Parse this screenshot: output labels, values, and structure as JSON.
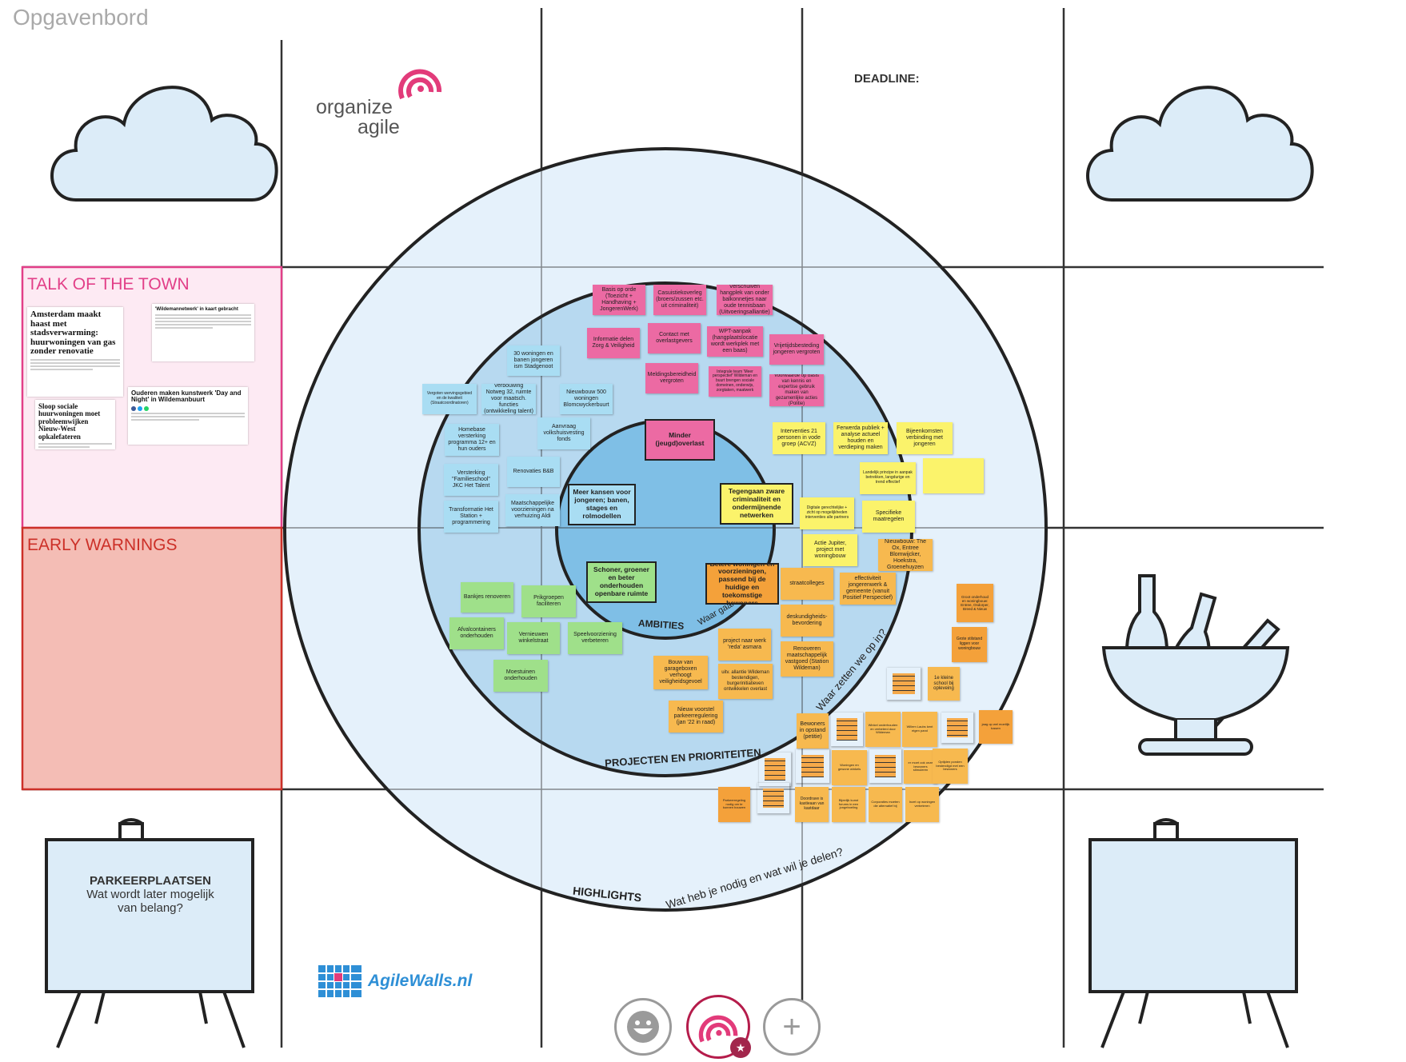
{
  "board": {
    "title": "Opgavenbord",
    "deadline_label": "DEADLINE:",
    "logo_line1": "organize",
    "logo_line2": "agile",
    "agilewalls": "AgileWalls.nl",
    "talk_of_town": "TALK OF THE TOWN",
    "early_warnings": "EARLY WARNINGS",
    "parking_title": "PARKEERPLAATSEN",
    "parking_line1": "Wat wordt later mogelijk",
    "parking_line2": "van belang?"
  },
  "rings": {
    "ambities": "AMBITIES",
    "ambities_sub": "Waar gaan",
    "projecten": "PROJECTEN EN PRIORITEITEN",
    "projecten_sub": "Waar zetten we op in?",
    "highlights": "HIGHLIGHTS",
    "highlights_sub": "Wat heb je nodig en wat wil je delen?"
  },
  "news": {
    "a1": "Amsterdam maakt haast met stadsverwarming: huurwoningen van gas zonder renovatie",
    "a2": "'Wildemannetwerk' in kaart gebracht",
    "a3": "Ouderen maken kunstwerk 'Day and Night' in Wildemanbuurt",
    "a4": "Sloop sociale huurwoningen moet probleemwijken Nieuw-West opkalefateren"
  },
  "notes": {
    "p1": "Basis op orde (Toezicht + Handhaving + JongerenWerk)",
    "p2": "Casuistiekoverleg (broers/zussen etc. uit criminaliteit)",
    "p3": "Verschuiven hangplek van onder balkonnetjes naar oude tennisbaan (Uitvoeringsalliantie)",
    "p4": "Informatie delen Zorg & Veiligheid",
    "p5": "Contact met overlastgevers",
    "p6": "WPT-aanpak (hangplaatslocatie wordt werkplek met een baas)",
    "p7": "Vrijetijdsbesteding jongeren vergroten",
    "p8": "Meldingsbereidheid vergroten",
    "p9": "Integrale team 'Meer perspectief' Wildeman en buurt brengen sociale domeinen, onderwijs, zorgtaken, maatwerk",
    "p10": "Voorwaarde op basis van kennis en expertise gebruik maken van gezamenlijke acties (Politie)",
    "b1": "30 woningen en banen jongeren ism Stadgenoot",
    "b2": "Vergoten wervingsgebied en de kwaliteit (Straatcoordinatoren)",
    "b3": "Verbouwing Notweg 32, ruimte voor maatsch. functies (ontwikkeling talent)",
    "b4": "Nieuwbouw 500 woningen Blomcwyckerbuurt",
    "b5": "Homebase versterking programma 12+ en hun ouders",
    "b6": "Aanvraag volkshuisvesting fonds",
    "b7": "Versterking \"Familieschool\" JKC Het Talent",
    "b8": "Renovaties B&B",
    "b9": "Transformatie Het Station + programmering",
    "b10": "Maatschappelijke voorzieningen na verhuizing Aldi",
    "c_pink": "Minder (jeugd)overlast",
    "c_blue": "Meer kansen voor jongeren; banen, stages en rolmodellen",
    "c_yellow": "Tegengaan zware criminaliteit en ondermijnende netwerken",
    "c_green": "Schoner, groener en beter onderhouden openbare ruimte",
    "c_orange": "Betere woningen en voorzieningen, passend bij de huidige en toekomstige bewoners",
    "y1": "Interventies 21 personen in vode groep (ACVZ)",
    "y2": "Ferwerda publiek + analyse actueel houden en verdieping maken",
    "y3": "Bijeenkomsten verbinding met jongeren",
    "y4": "Landelijk principe in aanpak betrekken, langdurige en trend effectief",
    "y5": "",
    "y6": "Digitale gerechtelijke + zicht op mogelijkheden interventies alle partners",
    "y7": "Specifieke maatregelen",
    "y8": "Actie Jupiter, project met woningbouw",
    "o1": "Nieuwbouw: The Ox, Entree Blomwijcker, Hoekstra, Groenehuyzen",
    "g1": "Bankjes renoveren",
    "g2": "Prikgroepen faciliteren",
    "g3": "Afvalcontainers onderhouden",
    "g4": "Vernieuwen winkelstraat",
    "g5": "Speelvoorziening verbeteren",
    "g6": "Moestuinen onderhouden",
    "o2": "straatcolleges",
    "o3": "effectiviteit jongerenwerk & gemeente (vanuit Positief Perspectief)",
    "o4": "deskundigheids-bevordering",
    "o5": "project naar werk 'reda' asmara",
    "o6": "Renoveren maatschappelijk vastgoed (Station Wildeman)",
    "o7": "Bouw van garageboxen verhoogt veiligheidsgevoel",
    "o8": "uitv. allantie Wildeman bestendigen, burgerinitiatieven ontwikkelen overlast",
    "o9": "Nieuw voorstel parkeerregulering (jan '22 in raad)",
    "h1": "Groot onderhoud en woningbouw: Entree, Osdorper, Breed & Nieuw",
    "h2": "Grote stilstand liggen voor woningbouw",
    "h3": "1e kleine school bij opleveing",
    "h4": "Bewoners in opstand (petitie)",
    "h5": "Winkel onderhouden en verbeterd door Wildeman",
    "h6": "Willem Laubs kent eigen pand",
    "h7": "jaag op wel moeilijk tussen",
    "h8": "Woningen en gewone winkels",
    "h9": "er moet ook onze bewoners stimuleren",
    "h10": "Optijden ponden bestendigd met een bewoners",
    "h11": "Parkeerregeling nodig om te kunnen bouwen",
    "h12": "Doordrave is kastieaan van kastdaar",
    "h13": "Bijeelijk kunst forums in een jongeboeling",
    "h14": "Corporaties moeten die alternatief bij",
    "h15": "Inzet op woningen verbeteren"
  },
  "toolbar": {
    "emoji": "smiley-button",
    "logo": "organize-agile-button",
    "add": "+"
  }
}
